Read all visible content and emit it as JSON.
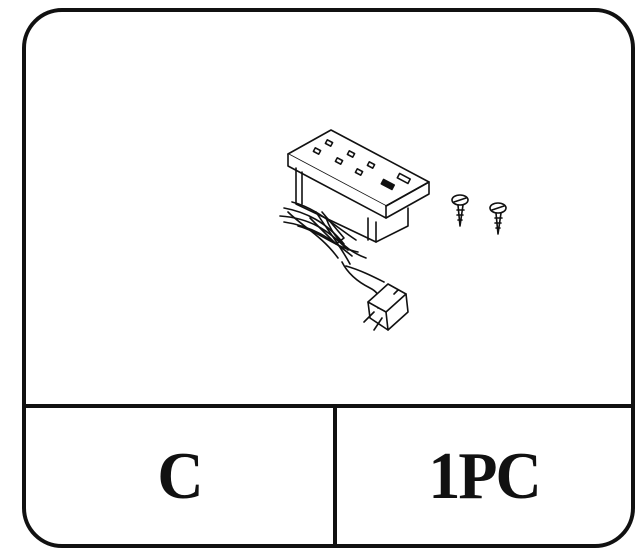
{
  "part_card": {
    "part_letter": "C",
    "quantity": "1PC",
    "illustration": "power-socket-box-with-cable-and-screws",
    "line_color": "#111111"
  }
}
